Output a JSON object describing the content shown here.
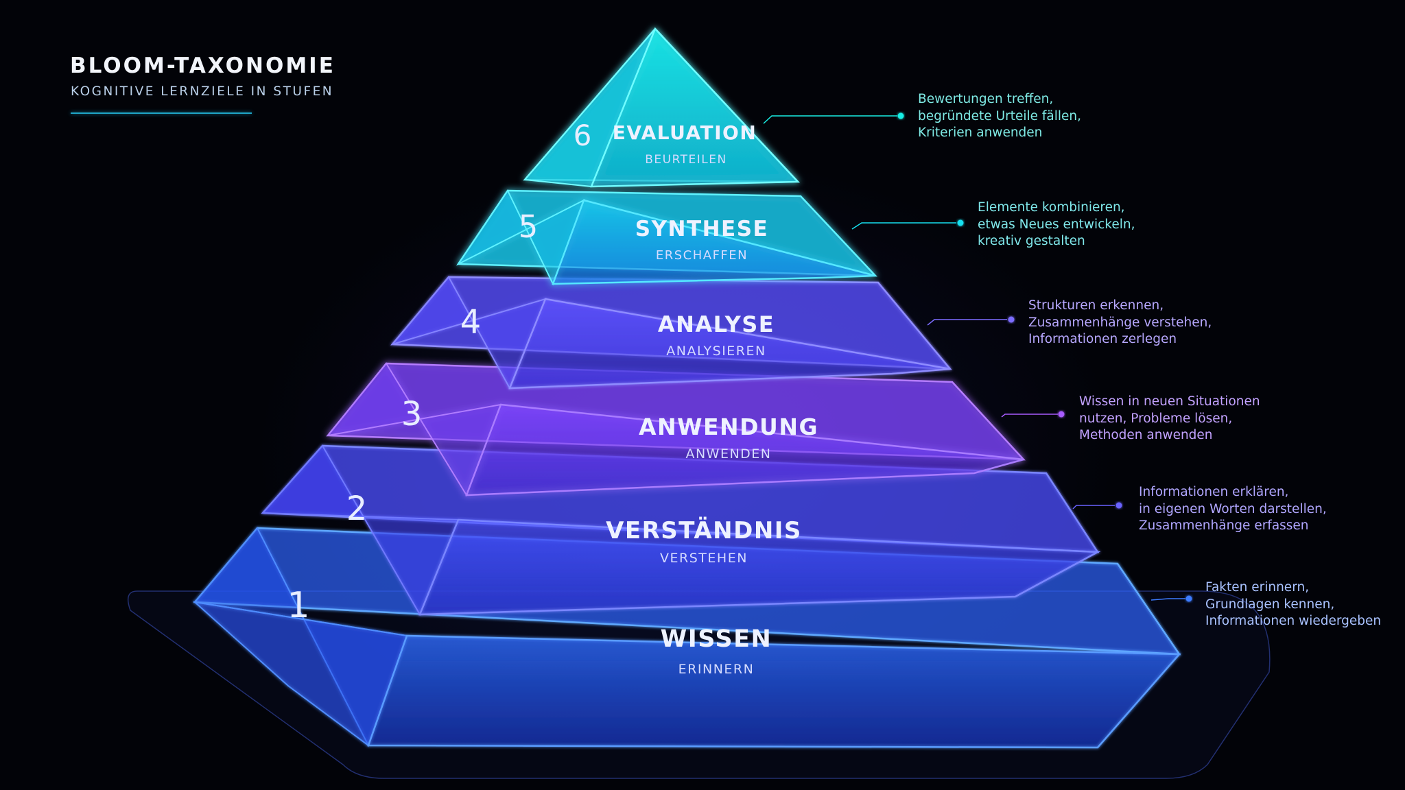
{
  "header": {
    "title": "BLOOM-TAXONOMIE",
    "subtitle": "KOGNITIVE LERNZIELE IN STUFEN"
  },
  "levels": [
    {
      "number": "1",
      "name": "WISSEN",
      "verb": "ERINNERN",
      "description": [
        "Fakten erinnern,",
        "Grundlagen kennen,",
        "Informationen wiedergeben"
      ],
      "color": "#3d7cff",
      "text_color": "#a9c2ff"
    },
    {
      "number": "2",
      "name": "VERSTÄNDNIS",
      "verb": "VERSTEHEN",
      "description": [
        "Informationen erklären,",
        "in eigenen Worten darstellen,",
        "Zusammenhänge erfassen"
      ],
      "color": "#6a63ff",
      "text_color": "#b0a6ff"
    },
    {
      "number": "3",
      "name": "ANWENDUNG",
      "verb": "ANWENDEN",
      "description": [
        "Wissen in neuen Situationen",
        "nutzen, Probleme lösen,",
        "Methoden anwenden"
      ],
      "color": "#a85cff",
      "text_color": "#c2a2ff"
    },
    {
      "number": "4",
      "name": "ANALYSE",
      "verb": "ANALYSIEREN",
      "description": [
        "Strukturen erkennen,",
        "Zusammenhänge verstehen,",
        "Informationen zerlegen"
      ],
      "color": "#7c6dff",
      "text_color": "#b7a8ff"
    },
    {
      "number": "5",
      "name": "SYNTHESE",
      "verb": "ERSCHAFFEN",
      "description": [
        "Elemente kombinieren,",
        "etwas Neues entwickeln,",
        "kreativ gestalten"
      ],
      "color": "#16e0f0",
      "text_color": "#7fe7ea"
    },
    {
      "number": "6",
      "name": "EVALUATION",
      "verb": "BEURTEILEN",
      "description": [
        "Bewertungen treffen,",
        "begründete Urteile fällen,",
        "Kriterien anwenden"
      ],
      "color": "#19f0e6",
      "text_color": "#7ee9e4"
    }
  ]
}
